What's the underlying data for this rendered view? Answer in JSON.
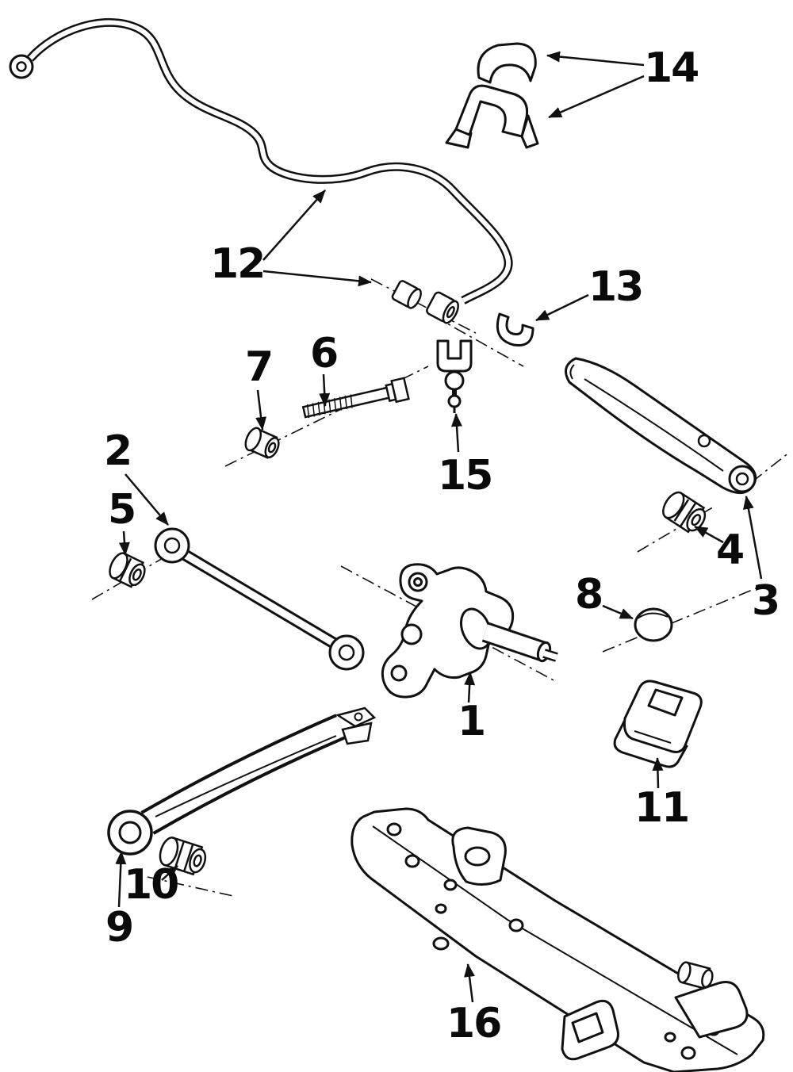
{
  "diagram": {
    "type": "exploded-parts-diagram",
    "background_color": "#ffffff",
    "line_color": "#111111",
    "callouts": [
      {
        "label": "1"
      },
      {
        "label": "2"
      },
      {
        "label": "3"
      },
      {
        "label": "4"
      },
      {
        "label": "5"
      },
      {
        "label": "6"
      },
      {
        "label": "7"
      },
      {
        "label": "8"
      },
      {
        "label": "9"
      },
      {
        "label": "10"
      },
      {
        "label": "11"
      },
      {
        "label": "12"
      },
      {
        "label": "13"
      },
      {
        "label": "14"
      },
      {
        "label": "15"
      },
      {
        "label": "16"
      }
    ]
  }
}
